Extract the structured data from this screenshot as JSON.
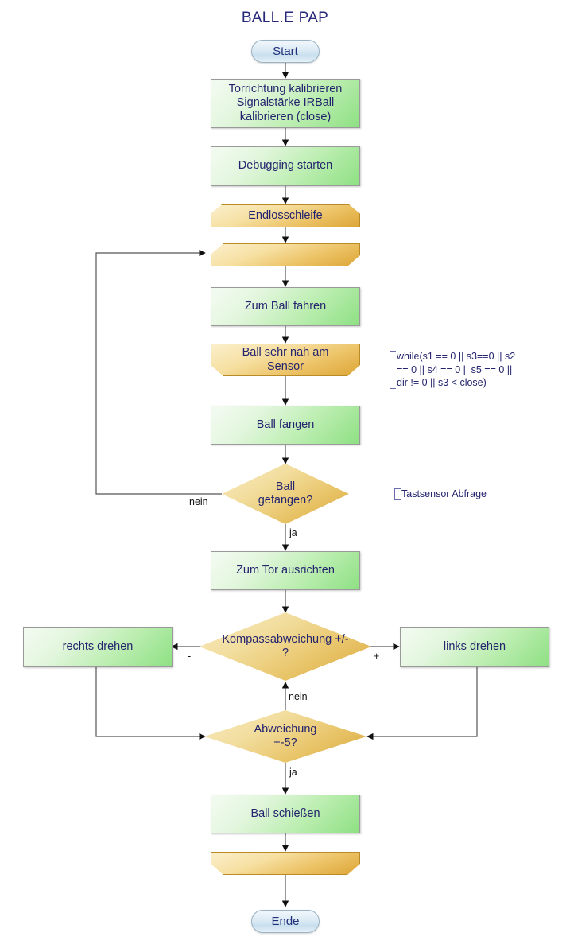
{
  "title": "BALL.E PAP",
  "colors": {
    "title_text": "#28287a",
    "node_text": "#24246e",
    "process_fill": "#8ee083",
    "loop_fill": "#dda636",
    "decision_fill": "#d9a53a",
    "terminator_fill": "#c8dfee",
    "edge_stroke": "#555555",
    "label_text": "#111111"
  },
  "nodes": {
    "start": {
      "label": "Start",
      "type": "terminator"
    },
    "kalibrieren": {
      "label": "Torrichtung kalibrieren\nSignalstärke IRBall\nkalibrieren (close)",
      "type": "process"
    },
    "debugging": {
      "label": "Debugging starten",
      "type": "process"
    },
    "endlosschleife": {
      "label": "Endlosschleife",
      "type": "loop-start"
    },
    "loop_inner": {
      "label": "",
      "type": "loop-mid"
    },
    "zum_ball_fahren": {
      "label": "Zum Ball fahren",
      "type": "process"
    },
    "ball_nah": {
      "label": "Ball sehr nah am\nSensor",
      "type": "loop-end"
    },
    "ball_fangen": {
      "label": "Ball fangen",
      "type": "process"
    },
    "ball_gefangen": {
      "label": "Ball\ngefangen?",
      "type": "decision"
    },
    "zum_tor": {
      "label": "Zum Tor ausrichten",
      "type": "process"
    },
    "rechts_drehen": {
      "label": "rechts drehen",
      "type": "process"
    },
    "kompass": {
      "label": "Kompassabweichung +/-\n?",
      "type": "decision"
    },
    "links_drehen": {
      "label": "links drehen",
      "type": "process"
    },
    "abweichung": {
      "label": "Abweichung\n+-5?",
      "type": "decision"
    },
    "ball_schiessen": {
      "label": "Ball schießen",
      "type": "process"
    },
    "loop_close": {
      "label": "",
      "type": "loop-end"
    },
    "ende": {
      "label": "Ende",
      "type": "terminator"
    }
  },
  "edge_labels": {
    "gefangen_nein": "nein",
    "gefangen_ja": "ja",
    "kompass_minus": "-",
    "kompass_plus": "+",
    "abweichung_nein": "nein",
    "abweichung_ja": "ja"
  },
  "annotations": {
    "while_condition": "while(s1 == 0 || s3==0 || s2\n== 0 || s4 == 0 || s5 == 0 ||\ndir != 0 || s3 < close)",
    "tastsensor": "Tastsensor Abfrage"
  }
}
